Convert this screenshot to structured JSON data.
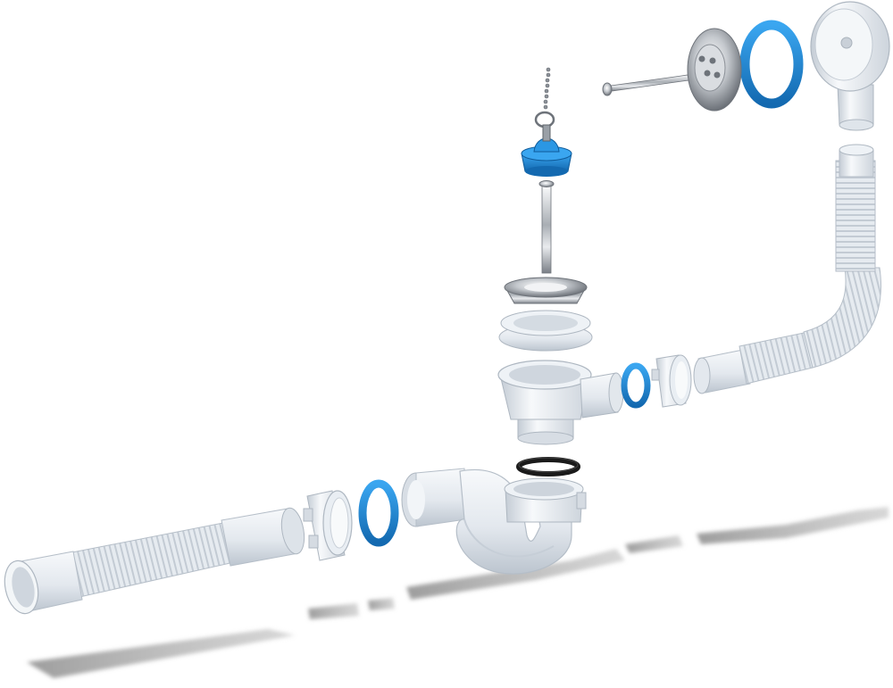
{
  "scene": {
    "kind": "exploded-view-product-render",
    "subject": "bathtub-drain-overflow-siphon-kit",
    "background_color": "#ffffff"
  },
  "palette": {
    "plastic": "#e9edf1",
    "plastic_shade": "#c9d0d8",
    "plastic_dark": "#aeb7c1",
    "seal_blue": "#1e8fe0",
    "seal_blue_dark": "#1369b0",
    "chrome_light": "#f4f5f6",
    "chrome_mid": "#b8bcc1",
    "chrome_dark": "#6e737a",
    "gasket_black": "#1a1a1a",
    "shadow": "#9a9a9a"
  },
  "parts": [
    {
      "name": "overflow-elbow-housing",
      "material": "white-plastic"
    },
    {
      "name": "overflow-seal",
      "material": "blue-rubber"
    },
    {
      "name": "overflow-chrome-cover",
      "material": "chrome"
    },
    {
      "name": "overflow-screw",
      "material": "steel"
    },
    {
      "name": "overflow-corrugated-hose",
      "material": "white-plastic"
    },
    {
      "name": "plug-chain",
      "material": "steel"
    },
    {
      "name": "rubber-plug",
      "material": "blue-rubber"
    },
    {
      "name": "drain-bolt",
      "material": "steel"
    },
    {
      "name": "drain-chrome-grate",
      "material": "chrome"
    },
    {
      "name": "upper-drain-washer",
      "material": "white-plastic"
    },
    {
      "name": "drain-body",
      "material": "white-plastic"
    },
    {
      "name": "side-seal-ring",
      "material": "blue-rubber"
    },
    {
      "name": "side-union-nut",
      "material": "white-plastic"
    },
    {
      "name": "black-flat-gasket",
      "material": "black-rubber"
    },
    {
      "name": "trap-union-nut",
      "material": "white-plastic"
    },
    {
      "name": "trap-bend",
      "material": "white-plastic"
    },
    {
      "name": "outlet-seal-ring",
      "material": "blue-rubber"
    },
    {
      "name": "outlet-union-nut",
      "material": "white-plastic"
    },
    {
      "name": "outlet-corrugated-hose",
      "material": "white-plastic"
    }
  ]
}
